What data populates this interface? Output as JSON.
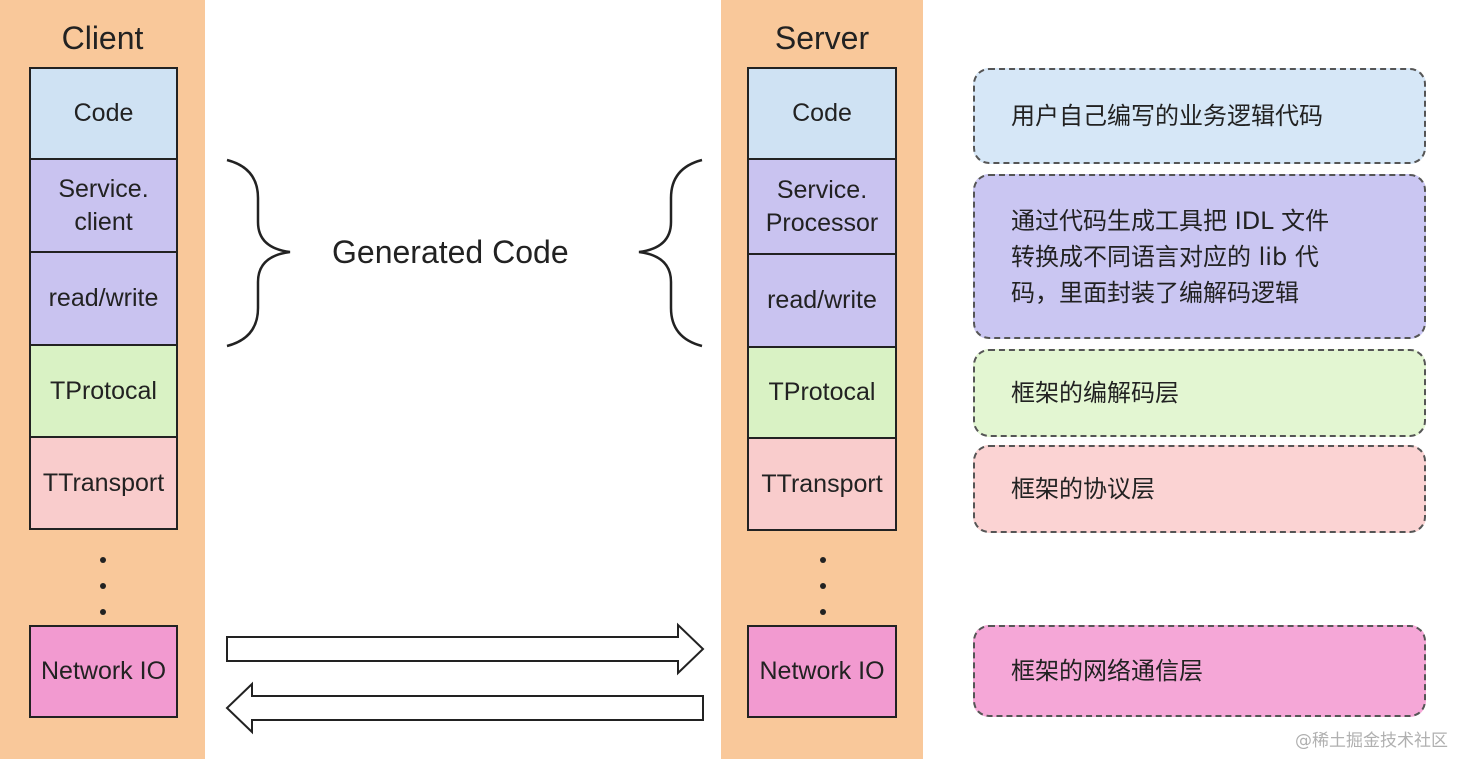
{
  "client": {
    "title": "Client",
    "layers": {
      "code": "Code",
      "service": "Service.\nclient",
      "readwrite": "read/write",
      "protocol": "TProtocal",
      "transport": "TTransport",
      "network": "Network IO"
    }
  },
  "server": {
    "title": "Server",
    "layers": {
      "code": "Code",
      "service": "Service.\nProcessor",
      "readwrite": "read/write",
      "protocol": "TProtocal",
      "transport": "TTransport",
      "network": "Network IO"
    }
  },
  "generated_label": "Generated Code",
  "notes": {
    "code": "用户自己编写的业务逻辑代码",
    "generated": "通过代码生成工具把 IDL 文件\n转换成不同语言对应的 lib 代\n码，里面封装了编解码逻辑",
    "protocol": "框架的编解码层",
    "transport": "框架的协议层",
    "network": "框架的网络通信层"
  },
  "colors": {
    "column_bg": "#f9c89a",
    "code": "#cfe2f3",
    "generated": "#c9c3f0",
    "protocol": "#d9f2c4",
    "transport": "#f9cccc",
    "network": "#f29ad0"
  },
  "watermark": "@稀土掘金技术社区"
}
